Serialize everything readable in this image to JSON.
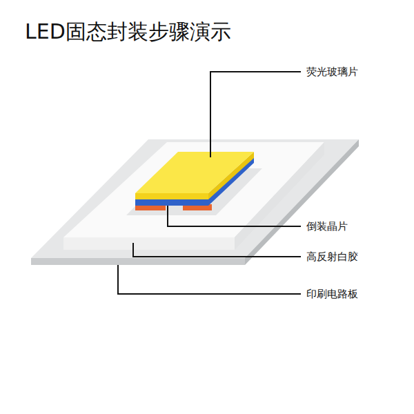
{
  "diagram": {
    "title": "LED固态封装步骤演示",
    "labels": [
      "荧光玻璃片",
      "倒装晶片",
      "高反射白胶",
      "印刷电路板"
    ]
  }
}
